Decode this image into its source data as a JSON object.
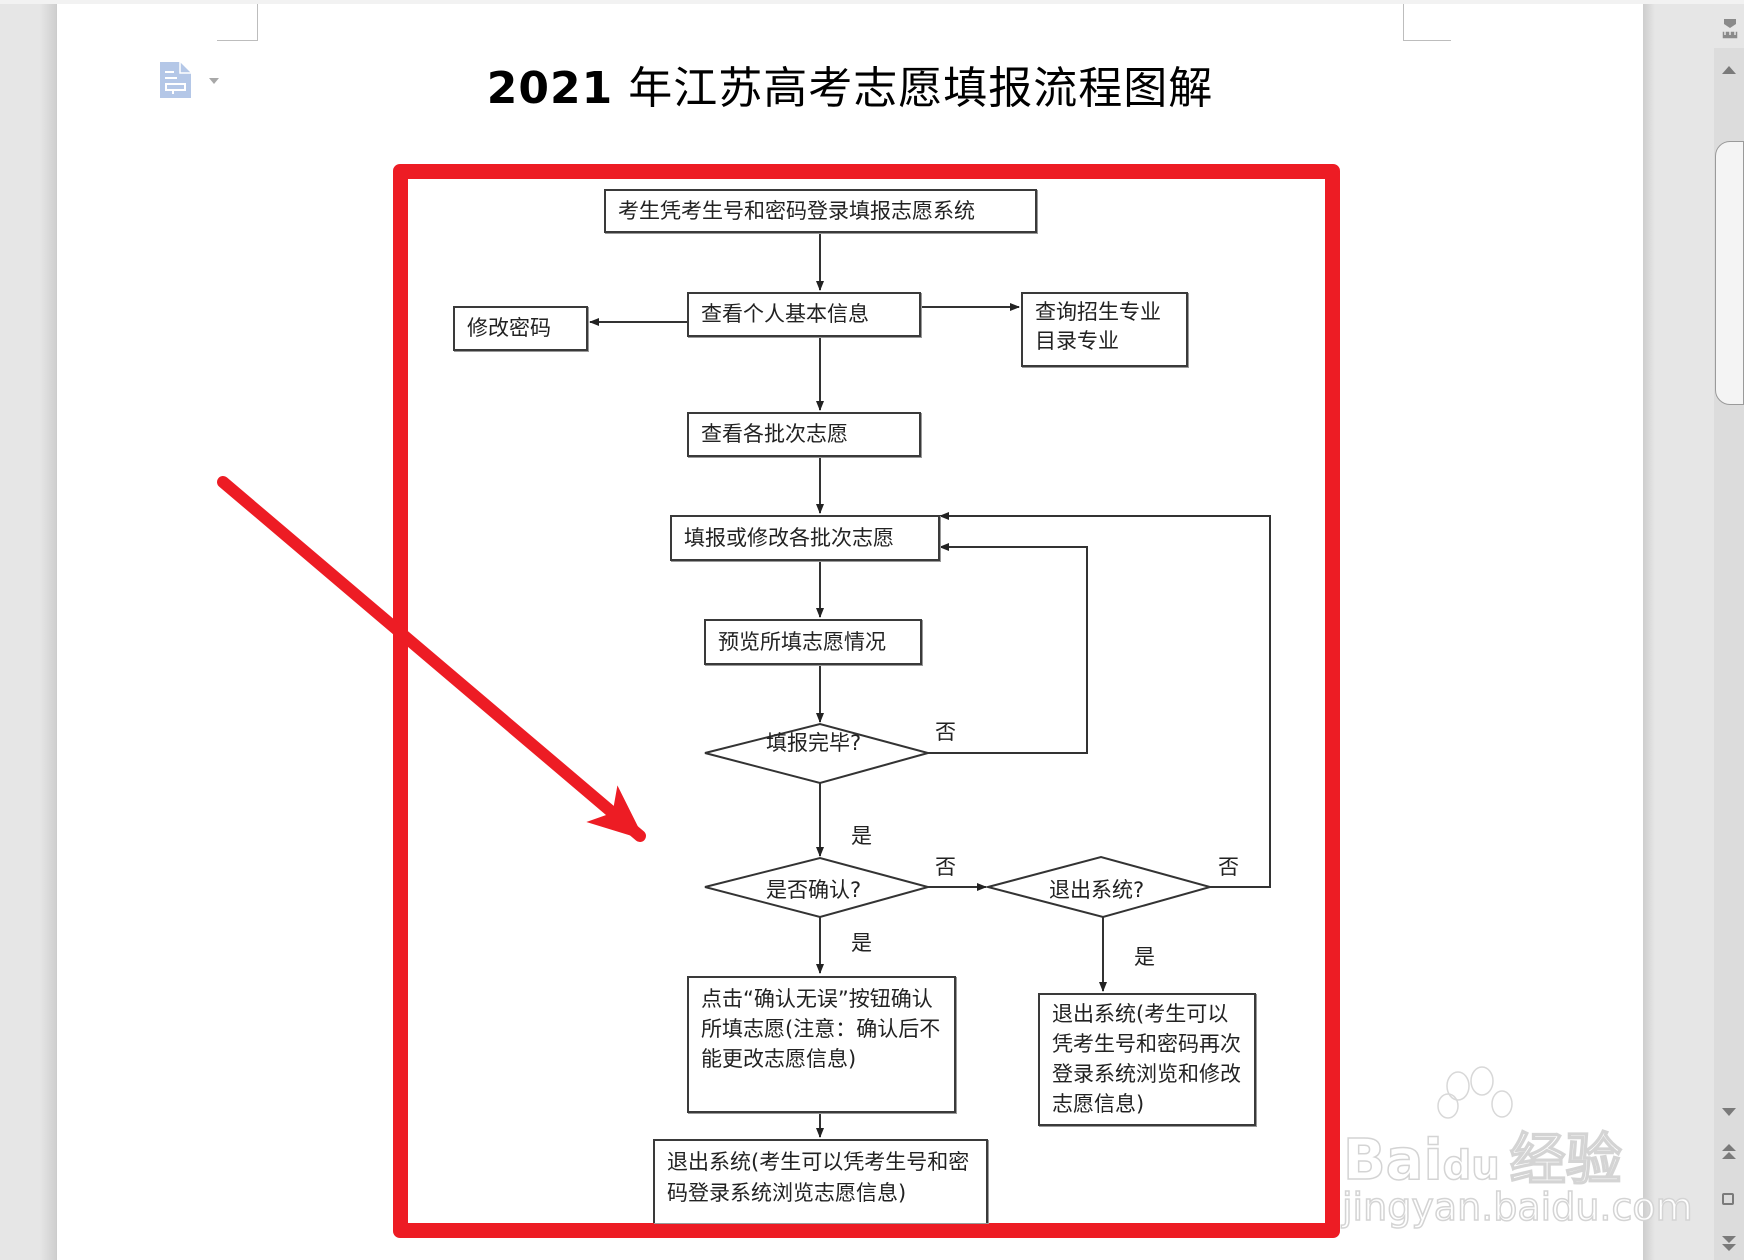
{
  "document": {
    "title_year": "2021",
    "title_text": " 年江苏高考志愿填报流程图解"
  },
  "flowchart": {
    "nodes": {
      "login": "考生凭考生号和密码登录填报志愿系统",
      "view_info": "查看个人基本信息",
      "change_pwd": "修改密码",
      "query_major": "查询招生专业目录专业",
      "view_batches": "查看各批次志愿",
      "fill_modify": "填报或修改各批次志愿",
      "preview": "预览所填志愿情况",
      "fill_done": "填报完毕?",
      "confirm": "是否确认?",
      "exit_q": "退出系统?",
      "click_confirm": "点击“确认无误”按钮确认所填志愿(注意：确认后不能更改志愿信息)",
      "exit_browse": "退出系统(考生可以凭考生号和密码登录系统浏览志愿信息)",
      "exit_modify": "退出系统(考生可以凭考生号和密码再次登录系统浏览和修改志愿信息)"
    },
    "labels": {
      "no_1": "否",
      "no_2": "否",
      "no_3": "否",
      "yes_1": "是",
      "yes_2": "是",
      "yes_3": "是"
    }
  },
  "annotation": {
    "frame_color": "#ED1C24",
    "arrow_color": "#ED1C24"
  },
  "watermark": {
    "brand": "Bai",
    "brand_du": "du",
    "brand_cn": "经验",
    "url": "jingyan.baidu.com"
  },
  "icons": {
    "paste_options": "document-icon",
    "scroll_up": "triangle-up",
    "scroll_down": "triangle-down",
    "prev_page": "double-triangle-up",
    "select_browse": "square",
    "next_page": "double-triangle-down"
  }
}
